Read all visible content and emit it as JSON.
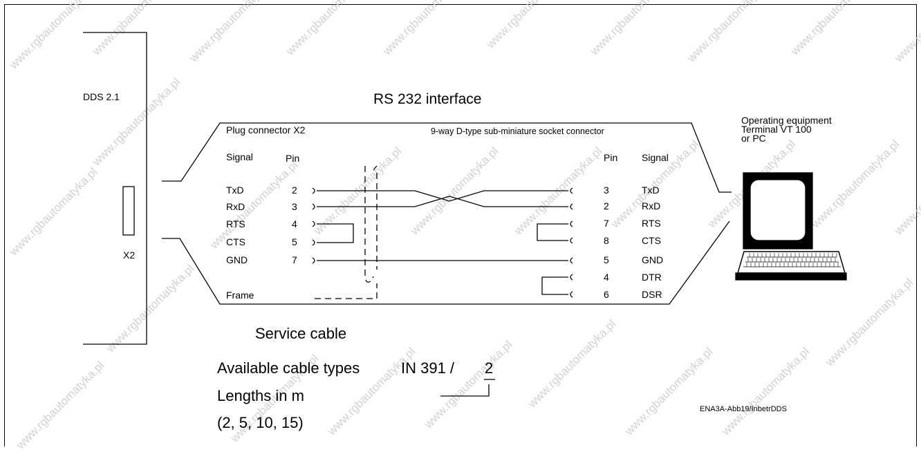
{
  "device": {
    "name": "DDS 2.1",
    "port": "X2"
  },
  "title": "RS 232 interface",
  "left_connector": {
    "label": "Plug connector  X2",
    "signal_header": "Signal",
    "pin_header": "Pin"
  },
  "right_connector": {
    "label": "9-way D-type sub-miniature socket connector",
    "pin_header": "Pin",
    "signal_header": "Signal"
  },
  "left_pins": [
    {
      "signal": "TxD",
      "pin": "2"
    },
    {
      "signal": "RxD",
      "pin": "3"
    },
    {
      "signal": "RTS",
      "pin": "4"
    },
    {
      "signal": "CTS",
      "pin": "5"
    },
    {
      "signal": "GND",
      "pin": "7"
    }
  ],
  "frame_label": "Frame",
  "right_pins": [
    {
      "pin": "3",
      "signal": "TxD"
    },
    {
      "pin": "2",
      "signal": "RxD"
    },
    {
      "pin": "7",
      "signal": "RTS"
    },
    {
      "pin": "8",
      "signal": "CTS"
    },
    {
      "pin": "5",
      "signal": "GND"
    },
    {
      "pin": "4",
      "signal": "DTR"
    },
    {
      "pin": "6",
      "signal": "DSR"
    }
  ],
  "equipment": {
    "line1": "Operating equipment",
    "line2": "Terminal VT 100",
    "line3": "or PC"
  },
  "service_cable": "Service cable",
  "cable_types_label": "Available cable types",
  "cable_code": "IN 391 /",
  "cable_code_suffix": "2",
  "lengths_label": "Lengths in m",
  "lengths_values": "(2, 5, 10, 15)",
  "figure_id": "ENA3A-Abb19/InbetrDDS",
  "watermark": "www.rgbautomatyka.pl"
}
